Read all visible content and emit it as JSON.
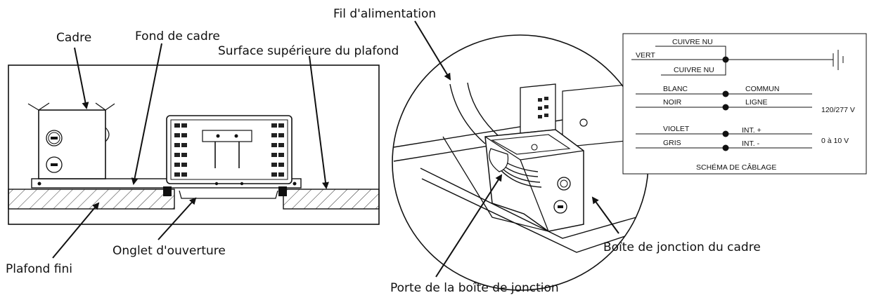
{
  "installation_view": {
    "labels": {
      "frame": "Cadre",
      "frame_bottom": "Fond de cadre",
      "ceiling_top_surface": "Surface supérieure du plafond",
      "finished_ceiling": "Plafond fini",
      "opening_tab": "Onglet d'ouverture"
    }
  },
  "junction_detail": {
    "labels": {
      "power_wire": "Fil d'alimentation",
      "frame_junction_box": "Boîte de jonction du cadre",
      "junction_box_door": "Porte de la boîte de jonction"
    }
  },
  "wiring_diagram": {
    "title": "SCHÉMA DE CÂBLAGE",
    "ground": {
      "bare_copper_top": "CUIVRE NU",
      "green": "VERT",
      "bare_copper_bottom": "CUIVRE NU"
    },
    "power": {
      "white": "BLANC",
      "common": "COMMUN",
      "black": "NOIR",
      "line": "LIGNE",
      "voltage": "120/277 V"
    },
    "dimming": {
      "violet": "VIOLET",
      "int_plus": "INT. +",
      "grey": "GRIS",
      "int_minus": "INT. -",
      "range": "0 à 10 V"
    }
  }
}
